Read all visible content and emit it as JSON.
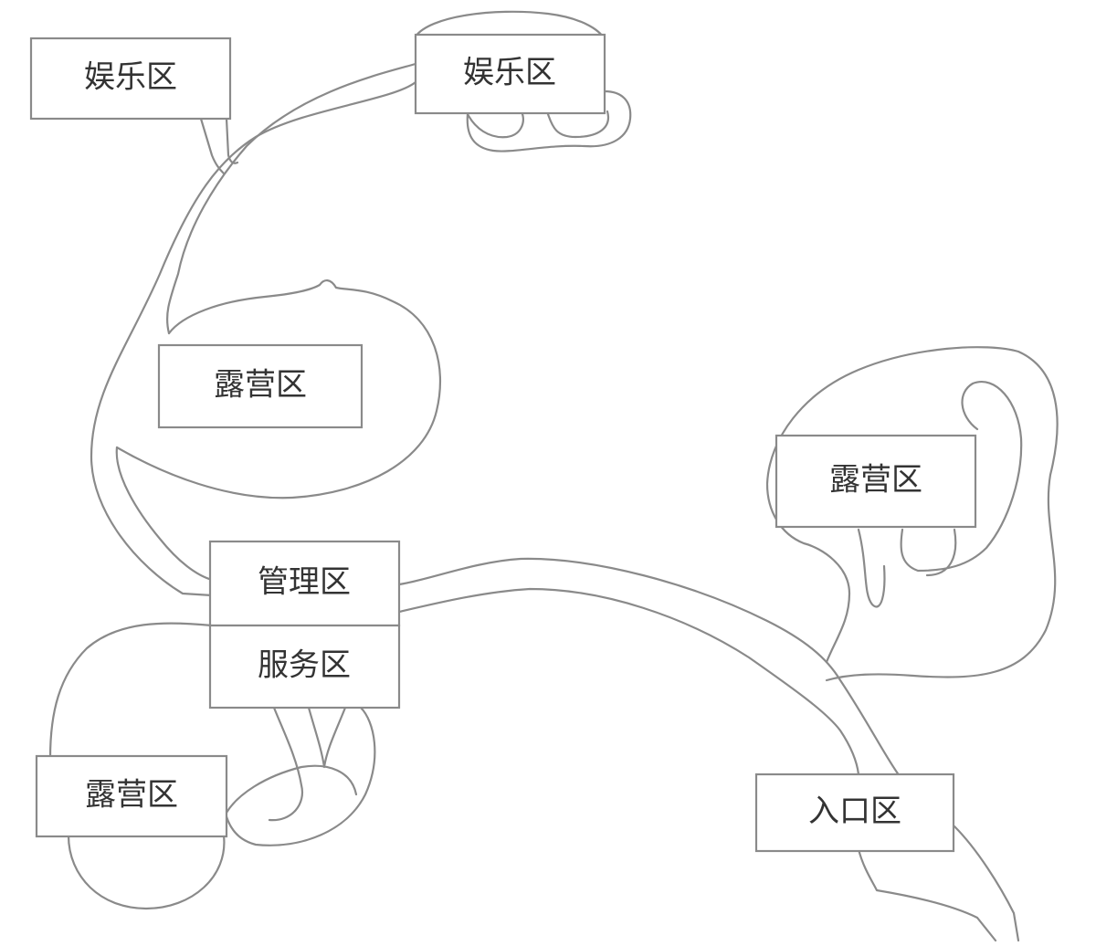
{
  "zones": {
    "entertainment_left": {
      "label": "娱乐区"
    },
    "entertainment_top": {
      "label": "娱乐区"
    },
    "camping_middle": {
      "label": "露营区"
    },
    "camping_right": {
      "label": "露营区"
    },
    "management": {
      "label": "管理区"
    },
    "service": {
      "label": "服务区"
    },
    "camping_bottom_left": {
      "label": "露营区"
    },
    "entrance": {
      "label": "入口区"
    }
  },
  "colors": {
    "line": "#8a8a8a",
    "text": "#333333",
    "background": "#ffffff"
  }
}
